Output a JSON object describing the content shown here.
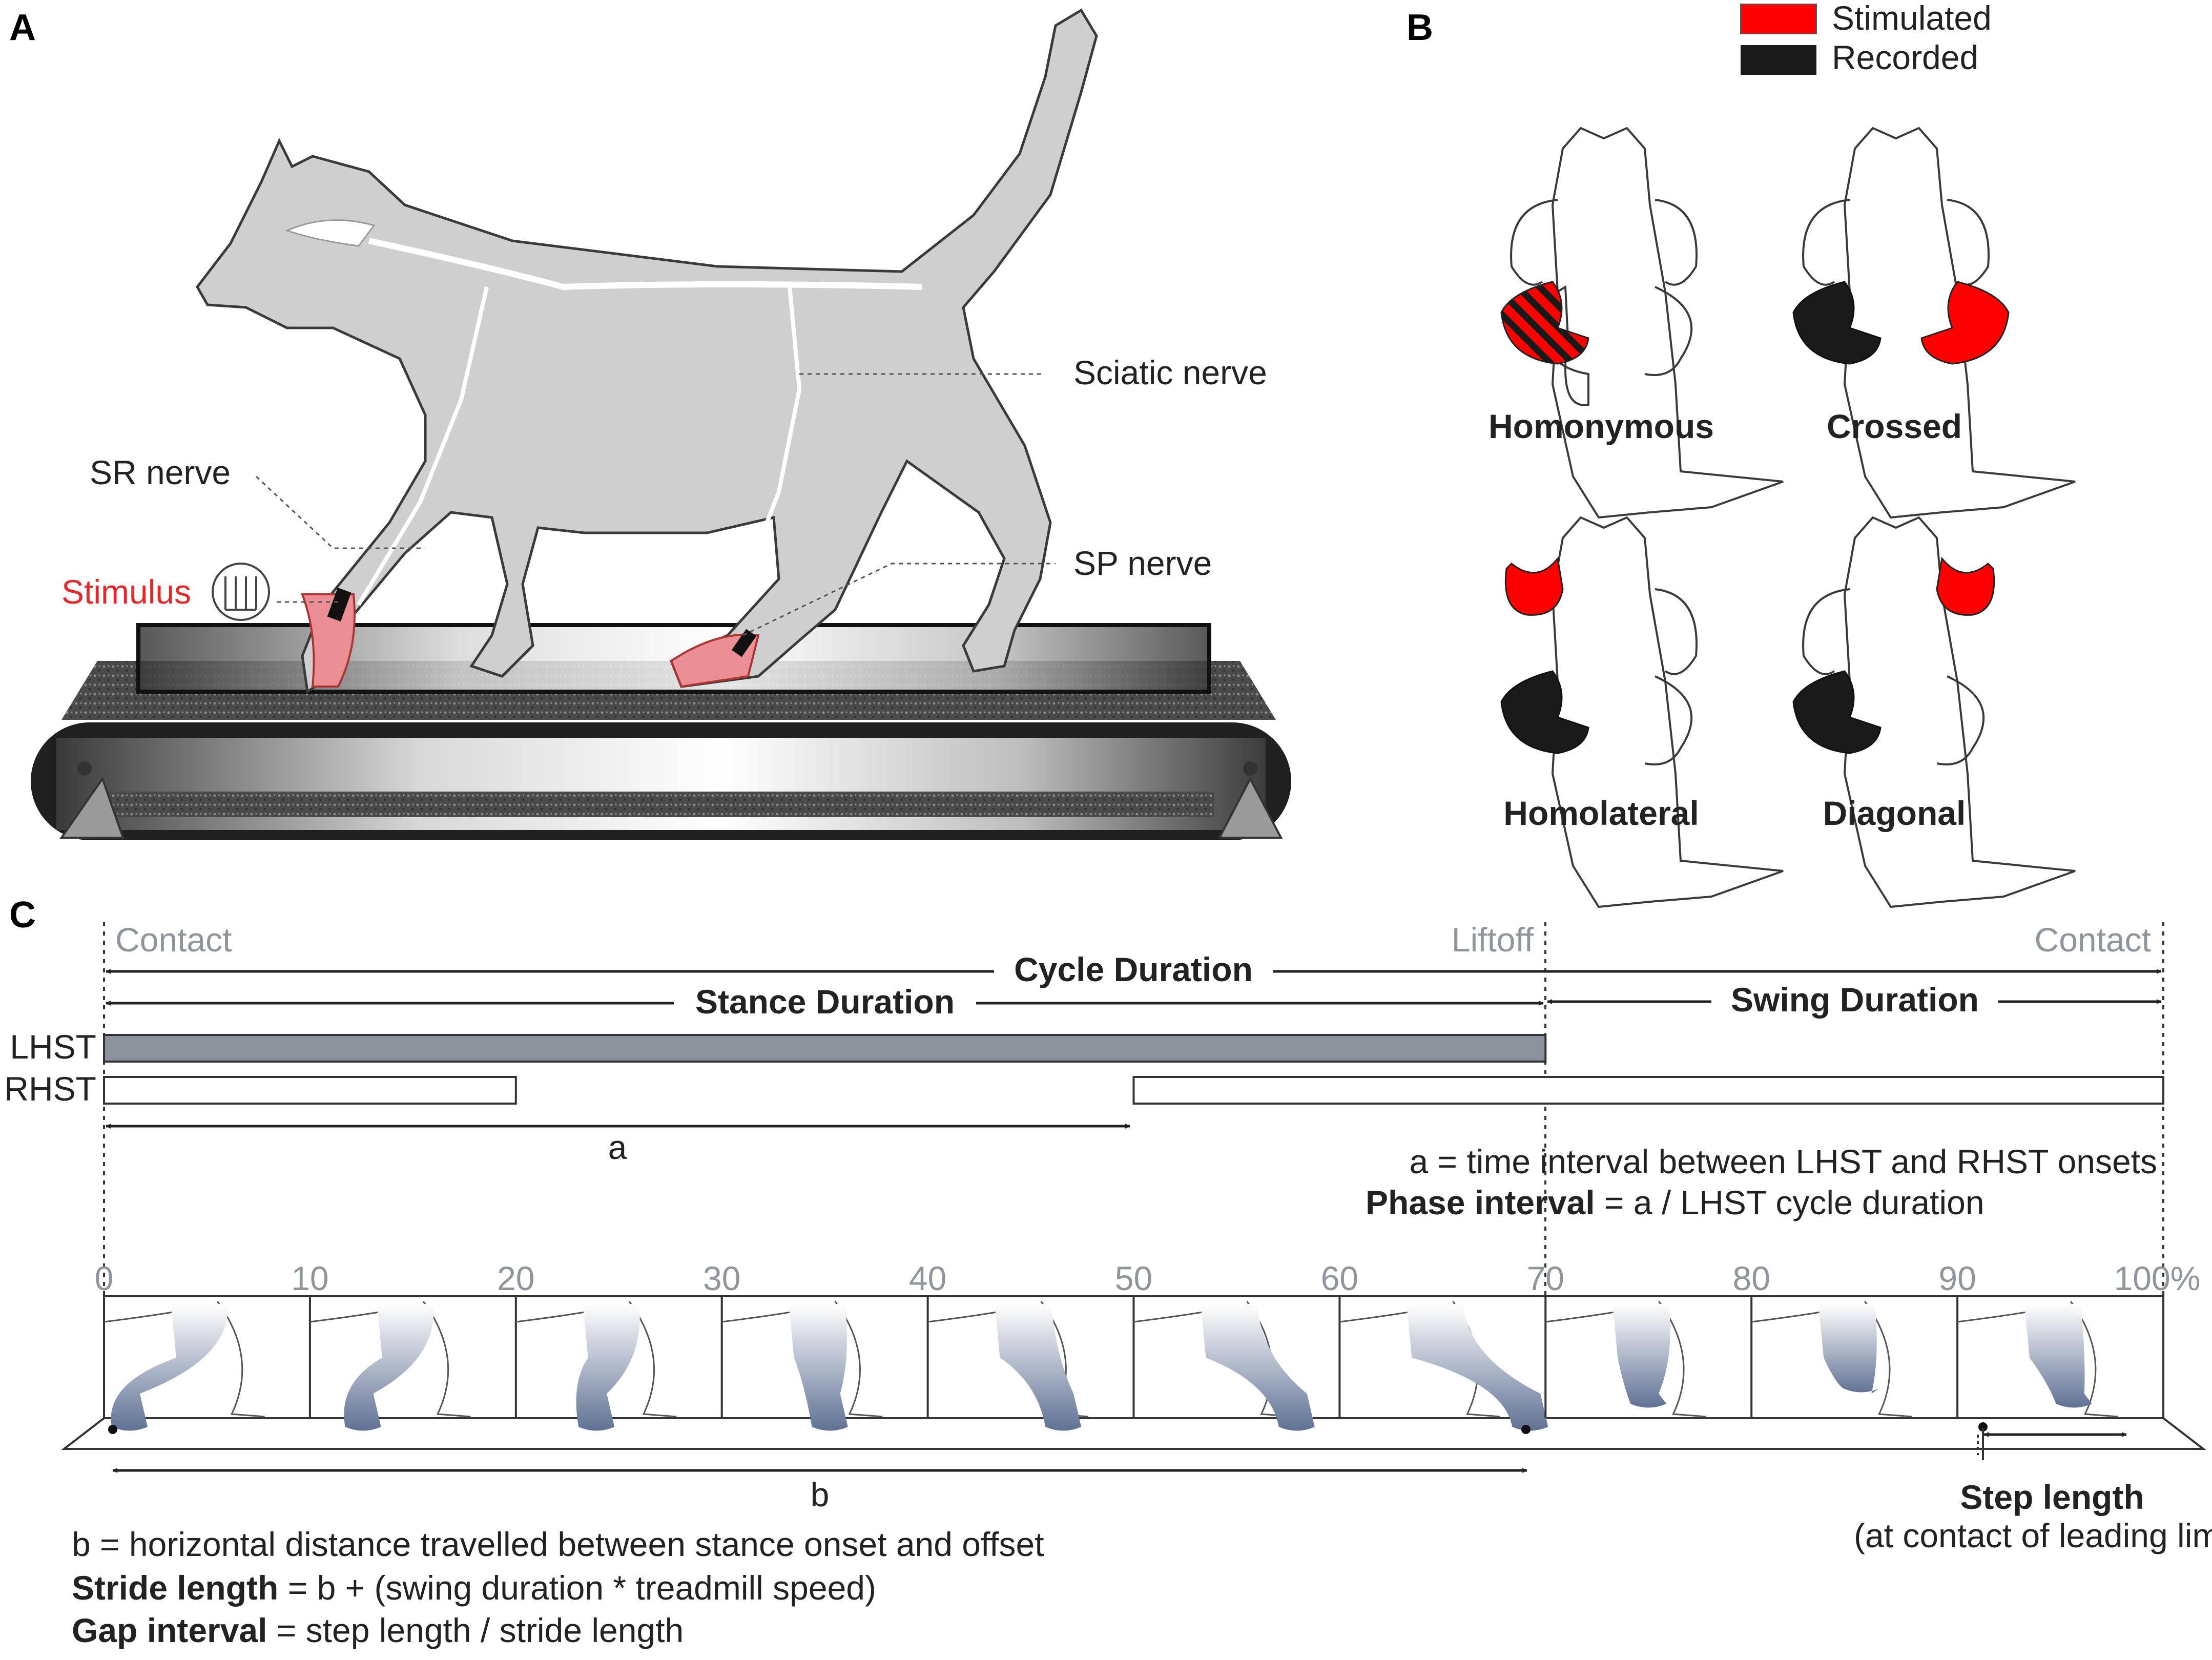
{
  "panels": {
    "a": "A",
    "b": "B",
    "c": "C"
  },
  "panel_a": {
    "sciatic_nerve": "Sciatic nerve",
    "sr_nerve": "SR nerve",
    "sp_nerve": "SP nerve",
    "stimulus": "Stimulus"
  },
  "panel_b": {
    "legend": [
      {
        "label": "Stimulated",
        "color": "#ff0000"
      },
      {
        "label": "Recorded",
        "color": "#1a1a1a"
      }
    ],
    "configs": [
      "Homonymous",
      "Crossed",
      "Homolateral",
      "Diagonal"
    ]
  },
  "panel_c": {
    "events": {
      "contact_start": "Contact",
      "liftoff": "Liftoff",
      "contact_end": "Contact"
    },
    "cycle_duration": "Cycle Duration",
    "stance_duration": "Stance Duration",
    "swing_duration": "Swing Duration",
    "rows": [
      {
        "label": "LHST",
        "segments": [
          [
            0,
            70
          ]
        ]
      },
      {
        "label": "RHST",
        "segments": [
          [
            0,
            20
          ],
          [
            50,
            100
          ]
        ]
      }
    ],
    "a_label": "a",
    "a_def": "a = time interval between LHST and RHST onsets",
    "phase_bold": "Phase interval",
    "phase_rest": " = a / LHST cycle duration",
    "ticks": [
      "0",
      "10",
      "20",
      "30",
      "40",
      "50",
      "60",
      "70",
      "80",
      "90",
      "100%"
    ],
    "b_label": "b",
    "b_def": "b = horizontal distance travelled between stance onset and offset",
    "stride_bold": "Stride length",
    "stride_rest": " = b + (swing duration * treadmill speed)",
    "gap_bold": "Gap interval",
    "gap_rest": " = step length / stride length",
    "step_length": "Step length",
    "step_length_note": "(at contact of leading limb)"
  },
  "colors": {
    "stim_red": "#e2282b",
    "bar_fill": "#8a929c",
    "leg_blue": "#6d7e9c"
  }
}
